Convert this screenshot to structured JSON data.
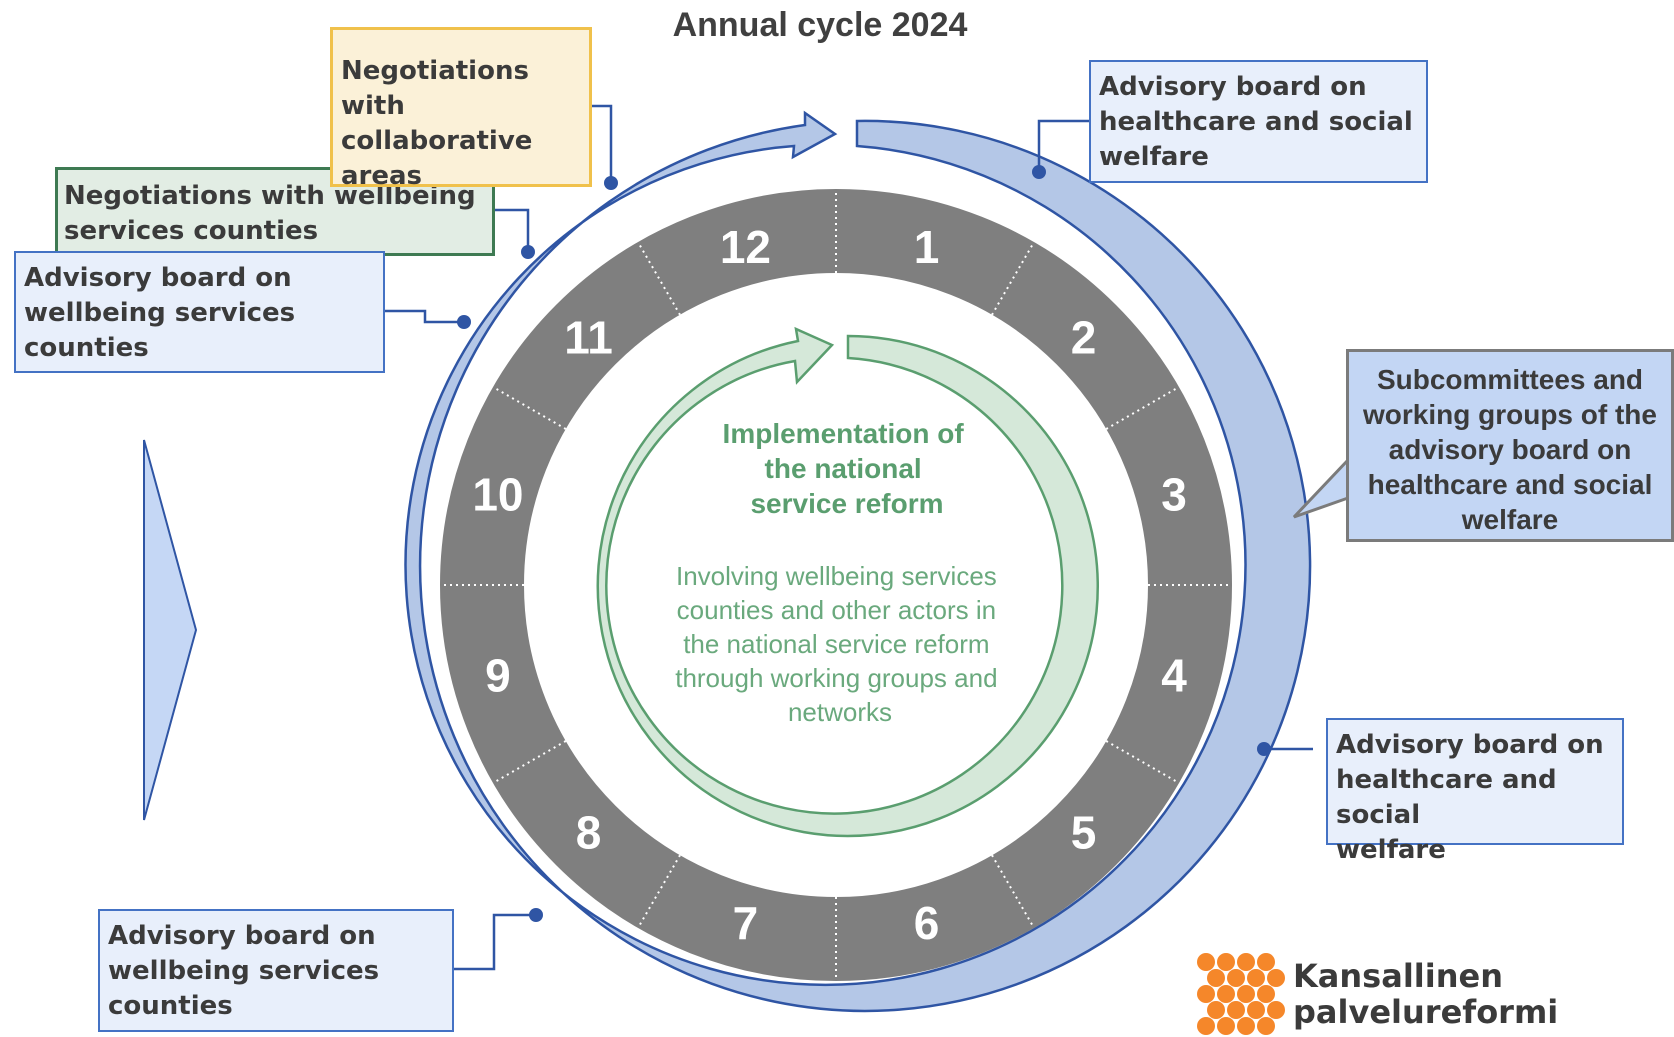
{
  "title": "Annual cycle 2024",
  "months": [
    "1",
    "2",
    "3",
    "4",
    "5",
    "6",
    "7",
    "8",
    "9",
    "10",
    "11",
    "12"
  ],
  "center": {
    "heading": [
      "Implementation of",
      "the national",
      "service reform"
    ],
    "body": [
      "Involving wellbeing services",
      "counties and other actors in",
      "the national service reform",
      "through working groups and",
      "networks"
    ]
  },
  "boxes": {
    "negotiations_collab": [
      "Negotiations with",
      "collaborative",
      "areas"
    ],
    "negotiations_wellbeing": [
      "Negotiations with wellbeing",
      "services counties"
    ],
    "advisory_wellbeing_top": [
      "Advisory board on",
      "wellbeing services",
      "counties"
    ],
    "advisory_health_top": [
      "Advisory board on",
      "healthcare and social",
      "welfare"
    ],
    "subcommittees": [
      "Subcommittees and",
      "working groups of the",
      "advisory board on",
      "healthcare and social",
      "welfare"
    ],
    "advisory_health_bottom": [
      "Advisory board on",
      "healthcare and social",
      "welfare"
    ],
    "advisory_wellbeing_bottom": [
      "Advisory board on",
      "wellbeing services",
      "counties"
    ]
  },
  "logo": {
    "line1": "Kansallinen",
    "line2": "palvelureformi"
  },
  "colors": {
    "ring_gray": "#7f7f7f",
    "outer_arrow_fill": "#b4c7e7",
    "outer_arrow_stroke": "#2f55a4",
    "inner_arrow_fill": "#d5e8d9",
    "inner_arrow_stroke": "#5a9e6f",
    "center_text": "#5a9e6f",
    "logo_orange": "#f5872a"
  }
}
